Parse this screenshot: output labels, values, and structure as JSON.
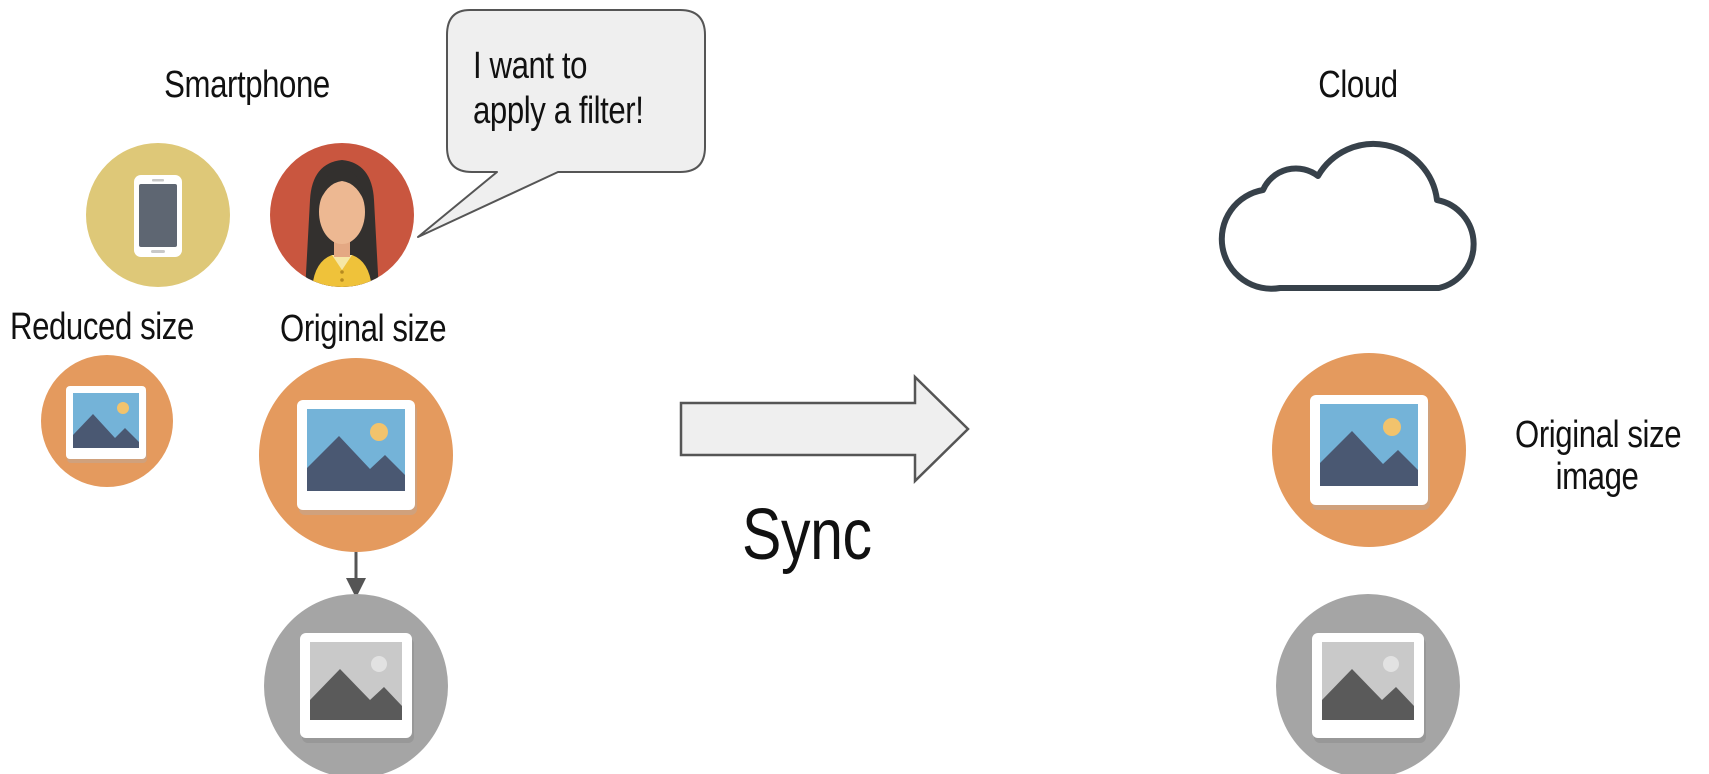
{
  "smartphone": {
    "title": "Smartphone",
    "reduced_label": "Reduced size",
    "original_label": "Original size"
  },
  "speech_bubble": {
    "line1": "I want to",
    "line2": "apply a filter!"
  },
  "sync": {
    "label": "Sync"
  },
  "cloud": {
    "title": "Cloud",
    "caption_line1": "Original size",
    "caption_line2": "image"
  },
  "colors": {
    "phone_circle": "#DEC878",
    "person_circle": "#C9563F",
    "image_circle_orange": "#E49A5E",
    "image_circle_gray": "#A5A5A5",
    "sky_blue": "#74B3D8",
    "mountain_dark": "#4A5872",
    "sun_yellow": "#F2C36C",
    "arrow_fill": "#EFEFEF",
    "arrow_stroke": "#555555",
    "cloud_stroke": "#37414A"
  },
  "icons": [
    "phone-icon",
    "person-avatar-icon",
    "image-icon",
    "cloud-icon",
    "arrow-right-icon",
    "arrow-down-icon"
  ]
}
